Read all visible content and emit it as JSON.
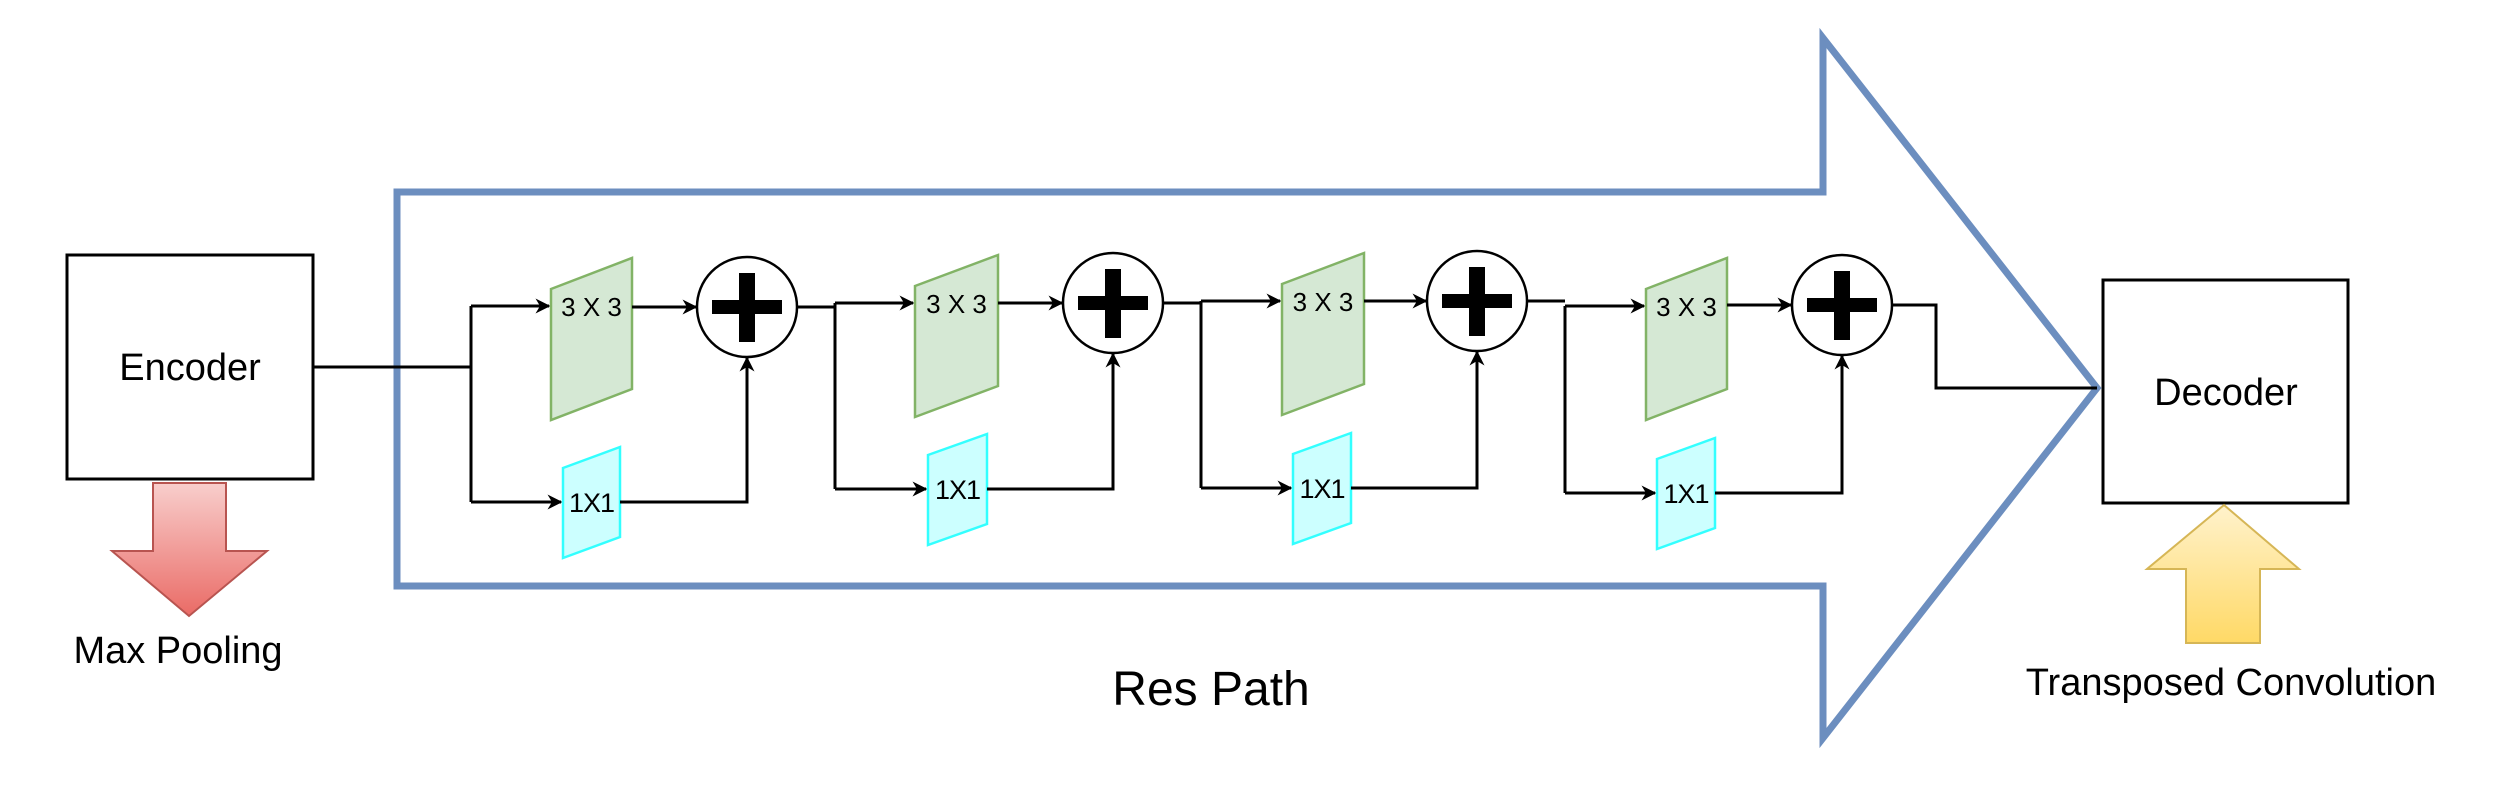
{
  "diagram": {
    "title": "Res Path",
    "encoder": {
      "label": "Encoder"
    },
    "decoder": {
      "label": "Decoder"
    },
    "downsample": {
      "label": "Max Pooling",
      "color": "#ea6b66"
    },
    "upsample": {
      "label": "Transposed Convolution",
      "color": "#ffd966"
    },
    "res_path": {
      "label": "Res Path",
      "color": "#6c8ebf"
    },
    "blocks": [
      {
        "conv_label": "3 X 3",
        "shortcut_label": "1X1",
        "op": "add"
      },
      {
        "conv_label": "3 X 3",
        "shortcut_label": "1X1",
        "op": "add"
      },
      {
        "conv_label": "3 X 3",
        "shortcut_label": "1X1",
        "op": "add"
      },
      {
        "conv_label": "3 X 3",
        "shortcut_label": "1X1",
        "op": "add"
      }
    ],
    "colors": {
      "conv_fill": "#d5e8d4",
      "conv_stroke": "#82b366",
      "shortcut_fill": "#ccffff",
      "shortcut_stroke": "#33ffff"
    }
  }
}
